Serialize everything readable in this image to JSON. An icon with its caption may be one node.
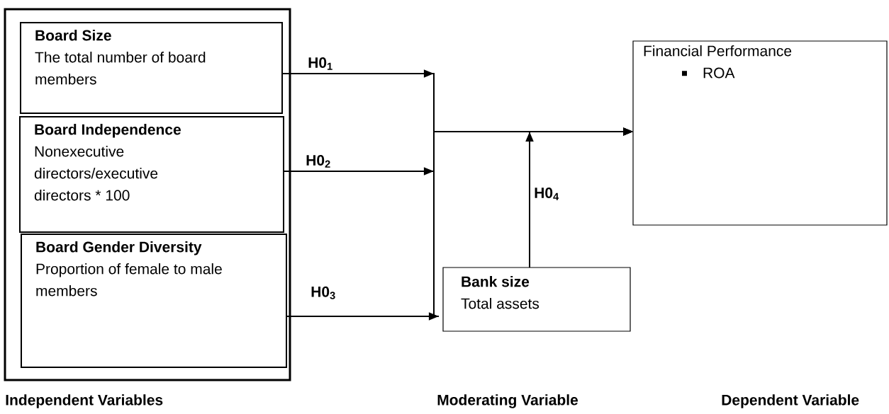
{
  "diagram": {
    "nodes": [
      {
        "text": [],
        "shape": "box"
      },
      {
        "text": [
          "Board Size",
          "The total number of board members"
        ],
        "in": 0
      },
      {
        "text": [
          "Board Independence",
          "Nonexecutive directors/executive directors * 100"
        ],
        "in": 0
      },
      {
        "text": [
          "Board Gender Diversity",
          "Proportion of female to male members"
        ],
        "in": 0
      },
      {
        "text": [
          "Financial Performance",
          "ROA"
        ]
      },
      {
        "text": [
          "Bank size",
          "Total assets"
        ]
      }
    ],
    "edges": [
      {
        "from": 1,
        "to": 4,
        "arrow": "to",
        "label": "H0$_{1}$"
      },
      {
        "from": 2,
        "to": 4,
        "arrow": "to",
        "label": "H0$_{2}$"
      },
      {
        "from": 3,
        "to": 4,
        "arrow": "to",
        "label": "H0$_{3}$"
      },
      {
        "from": 5,
        "to": 4,
        "arrow": "to",
        "label": "H0$_{4}$"
      }
    ],
    "labels": [
      "Independent Variables",
      "Moderating Variable",
      "Dependent Variable"
    ]
  }
}
